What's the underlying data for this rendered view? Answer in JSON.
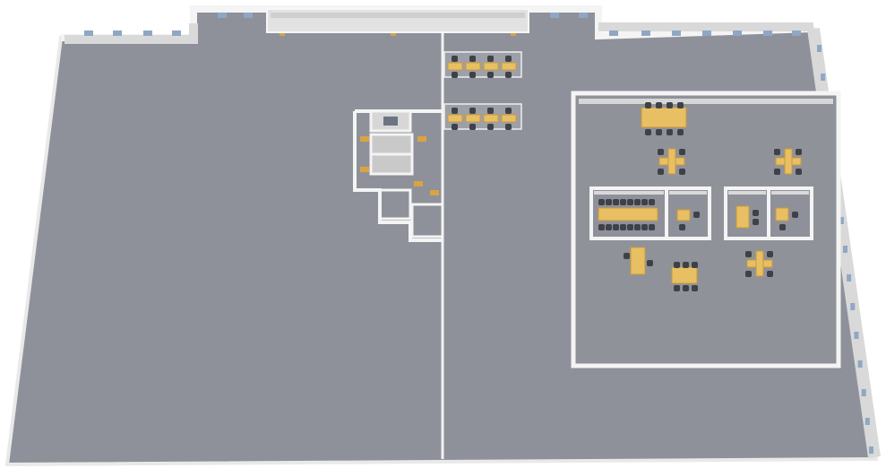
{
  "colors": {
    "background": "#ffffff",
    "floor": "#8d9099",
    "floor_light": "#9a9da6",
    "wall_top": "#f4f4f4",
    "wall_face": "#d9d9d9",
    "wall_shadow": "#7c7f87",
    "window": "#8fa7c4",
    "door": "#d9a441",
    "desk": "#e8bf63",
    "desk_edge": "#c99a3d",
    "chair": "#3e4148",
    "room_floor": "#8e9199"
  },
  "floor_plan": {
    "view": "isometric-top-down",
    "open_areas": 2,
    "desk_clusters": 16,
    "meeting_rooms": 4
  }
}
